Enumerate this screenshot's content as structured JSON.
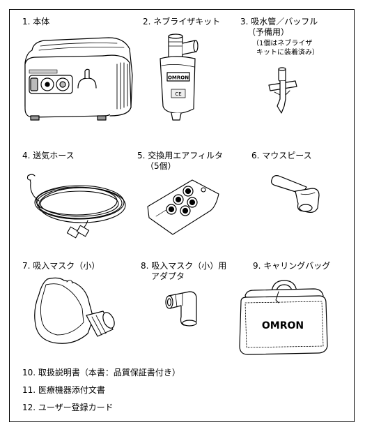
{
  "items": [
    {
      "label": "1. 本体"
    },
    {
      "label": "2. ネブライザキット"
    },
    {
      "label": "3. 吸水管／バッフル",
      "label2": "（予備用）",
      "note1": "（1個はネブライザ",
      "note2": "キットに装着済み）"
    },
    {
      "label": "4. 送気ホース"
    },
    {
      "label": "5. 交換用エアフィルタ",
      "label2": "（5個）"
    },
    {
      "label": "6. マウスピース"
    },
    {
      "label": "7. 吸入マスク（小）"
    },
    {
      "label": "8. 吸入マスク（小）用",
      "label2": "アダプタ"
    },
    {
      "label": "9. キャリングバッグ"
    },
    {
      "label": "10. 取扱説明書（本書：品質保証書付き）"
    },
    {
      "label": "11. 医療機器添付文書"
    },
    {
      "label": "12. ユーザー登録カード"
    }
  ],
  "brand": {
    "kit_logo": "OMRON",
    "kit_marking": "CE",
    "bag_logo": "OMRON"
  }
}
